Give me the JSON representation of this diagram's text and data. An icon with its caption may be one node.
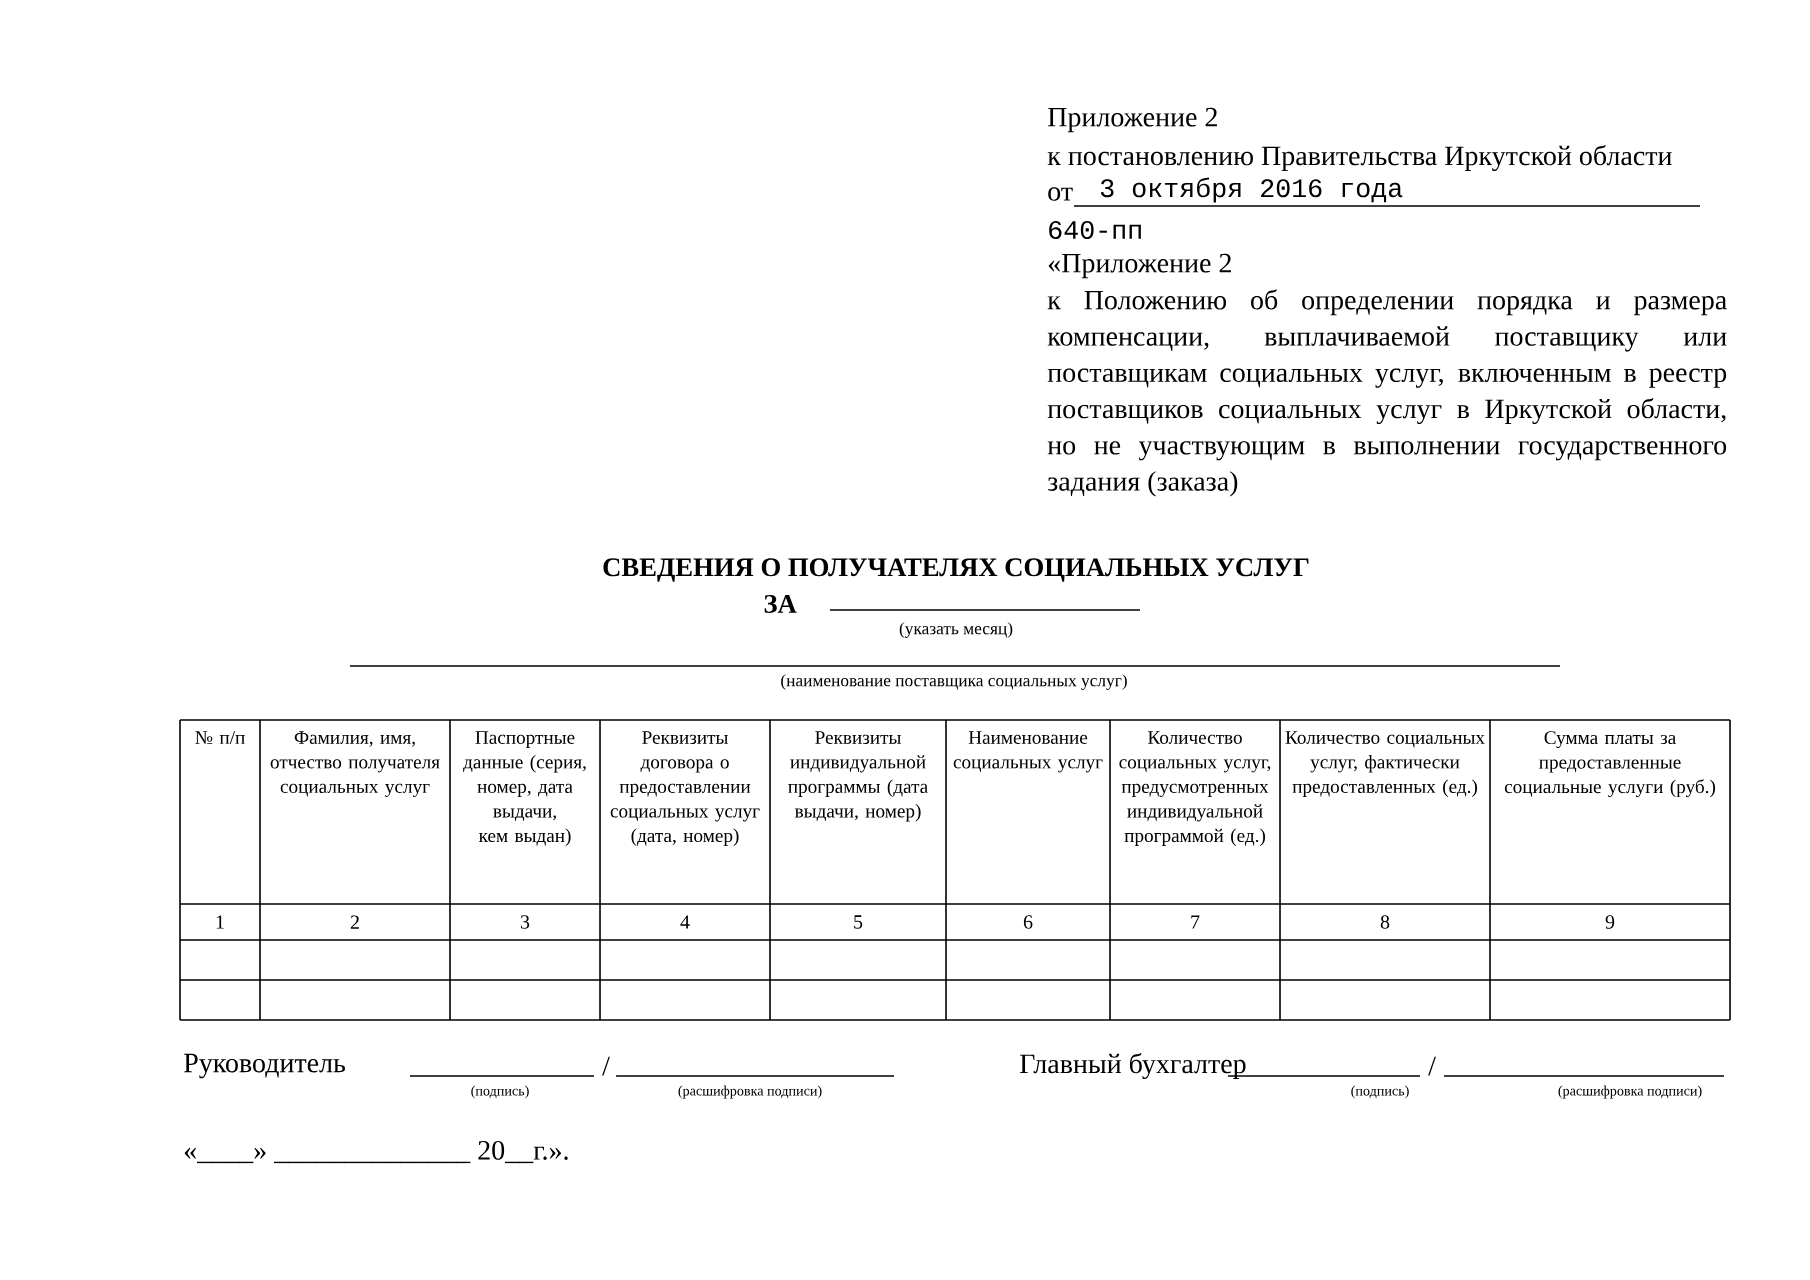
{
  "diagram": {
    "title": "СВЕДЕНИЯ О ПОЛУЧАТЕЛЯХ СОЦИАЛЬНЫХ УСЛУГ",
    "labels": [
      "Приложение 2",
      "к постановлению Правительства Иркутской области",
      "от",
      "3 октября 2016 года",
      "640-пп",
      "«Приложение 2",
      "к Положению об определении порядка и размера компенсации, выплачиваемой поставщику или поставщикам социальных услуг, включенным в реестр поставщиков социальных услуг в Иркутской области, но не участвующим в выполнении государственного задания (заказа)",
      "ЗА",
      "(указать месяц)",
      "(наименование поставщика социальных услуг)",
      "№ п/п",
      "Фамилия, имя, отчество получателя социальных услуг",
      "Паспортные данные (серия, номер, дата выдачи, кем выдан)",
      "Реквизиты договора о предоставлении социальных услуг (дата, номер)",
      "Реквизиты индивидуальной программы (дата выдачи, номер)",
      "Наименование социальных услуг",
      "Количество социальных услуг, предусмотренных индивидуальной программой (ед.)",
      "Количество социальных услуг, фактически предоставленных (ед.)",
      "Сумма платы за предоставленные социальные услуги (руб.)",
      "1",
      "2",
      "3",
      "4",
      "5",
      "6",
      "7",
      "8",
      "9",
      "Руководитель",
      "/",
      "(подпись)",
      "(расшифровка подписи)",
      "Главный бухгалтер",
      "/",
      "(подпись)",
      "(расшифровка подписи)",
      "«____» ______________ 20__г.»."
    ]
  }
}
